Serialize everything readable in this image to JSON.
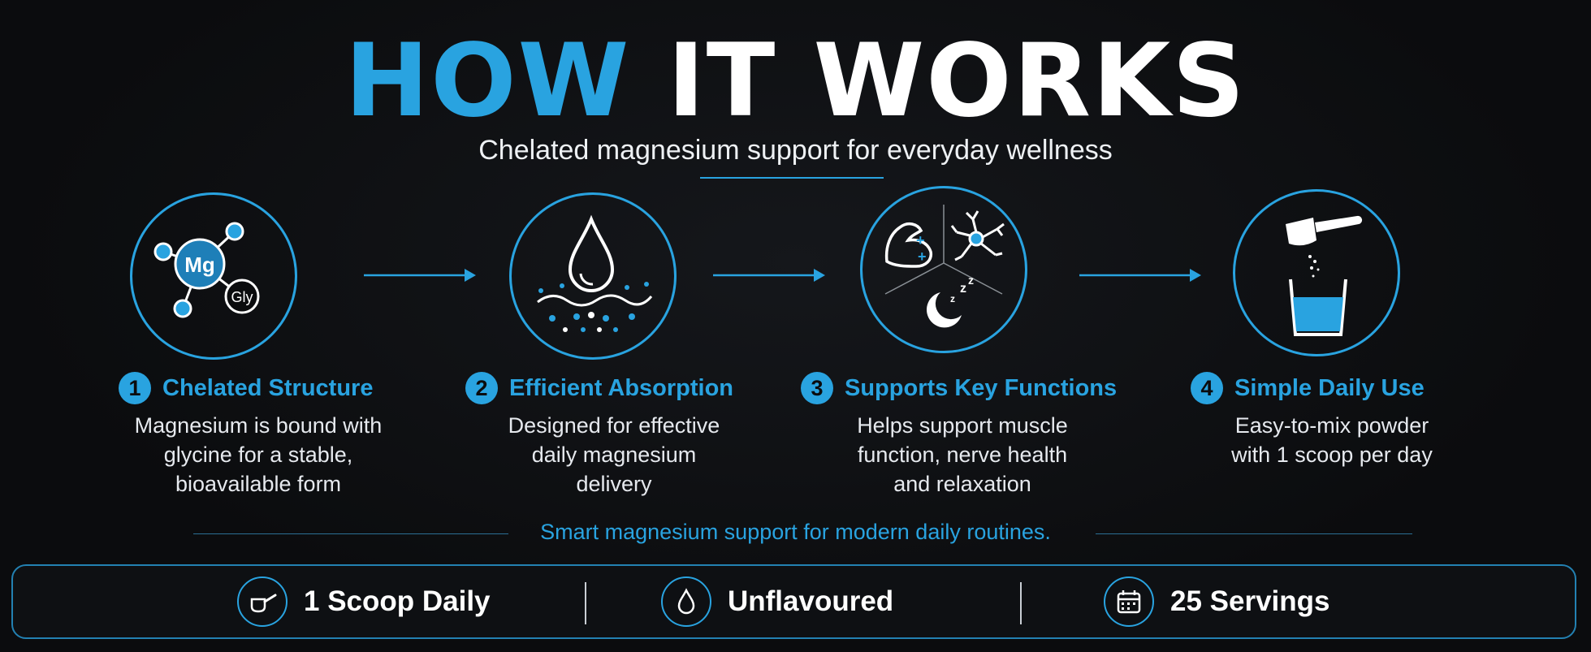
{
  "colors": {
    "accent": "#29a3e0",
    "background": "#0b0c0e",
    "text": "#ffffff"
  },
  "header": {
    "title_part1": "HOW",
    "title_part2": "IT WORKS",
    "subtitle": "Chelated magnesium support for everyday wellness"
  },
  "steps": [
    {
      "number": "1",
      "title": "Chelated Structure",
      "icon": "molecule-icon",
      "icon_labels": [
        "Mg",
        "Gly"
      ],
      "desc": [
        "Magnesium is bound with",
        "glycine for a stable,",
        "bioavailable form"
      ]
    },
    {
      "number": "2",
      "title": "Efficient Absorption",
      "icon": "water-drop-absorption-icon",
      "desc": [
        "Designed for effective",
        "daily magnesium",
        "delivery"
      ]
    },
    {
      "number": "3",
      "title": "Supports Key Functions",
      "icon": "muscle-nerve-sleep-icon",
      "desc": [
        "Helps support muscle",
        "function, nerve health",
        "and relaxation"
      ]
    },
    {
      "number": "4",
      "title": "Simple Daily Use",
      "icon": "scoop-glass-icon",
      "desc": [
        "Easy-to-mix powder",
        "with 1 scoop per day"
      ]
    }
  ],
  "tagline": "Smart magnesium support for modern daily routines.",
  "features": [
    {
      "label": "1 Scoop Daily",
      "icon": "scoop-icon"
    },
    {
      "label": "Unflavoured",
      "icon": "drop-icon"
    },
    {
      "label": "25 Servings",
      "icon": "calendar-icon"
    }
  ]
}
